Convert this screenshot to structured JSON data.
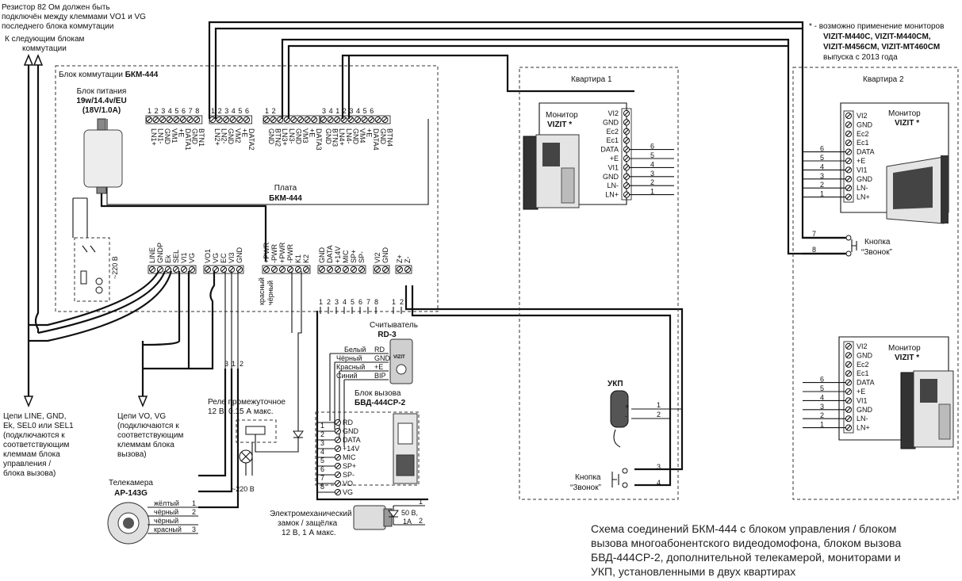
{
  "top_note": {
    "resistor": [
      "Резистор 82 Ом должен быть",
      "подключён между клеммами VO1 и VG",
      "последнего блока коммутации"
    ],
    "next_blocks": [
      "К следующим блокам",
      "коммутации"
    ]
  },
  "bkm": {
    "title_prefix": "Блок коммутации ",
    "title_bold": "БКМ-444",
    "board": [
      "Плата",
      "БКМ-444"
    ],
    "psu": {
      "label": "Блок питания",
      "model": "19w/14.4v/EU",
      "rating": "(18V/1.0A)",
      "mains": "~220 В"
    },
    "top_groups": [
      {
        "nums": [
          "1",
          "2",
          "3",
          "4",
          "5",
          "6",
          "7",
          "8"
        ],
        "labels": [
          "LN1+",
          "LN1-",
          "GND",
          "VM1",
          "+E",
          "DATA1",
          "GND",
          "BTN1"
        ]
      },
      {
        "nums": [
          "1",
          "2",
          "3",
          "4",
          "5",
          "6"
        ],
        "labels": [
          "LN2+",
          "LN2-",
          "GND",
          "VM2",
          "+E",
          "DATA2"
        ]
      },
      {
        "nums": [
          "1",
          "2"
        ],
        "labels": [
          "GND",
          "BTN2",
          "LN3+",
          "LN3-",
          "GND",
          "VM3",
          "+E",
          "DATA3"
        ]
      },
      {
        "nums": [
          "3",
          "4",
          "1",
          "2",
          "3",
          "4",
          "5",
          "6"
        ],
        "labels": [
          "GND",
          "BTN3",
          "LN4+",
          "LN4-",
          "GND",
          "VM4",
          "+E",
          "DATA4",
          "GND",
          "BTN4"
        ]
      }
    ],
    "bottom_groups": [
      {
        "labels": [
          "LINE",
          "GNDP",
          "Ek",
          "SEL",
          "VI1",
          "VG"
        ]
      },
      {
        "labels": [
          "VO1",
          "VG",
          "EC",
          "VI3",
          "GND"
        ]
      },
      {
        "labels": [
          "+PWR",
          "-PWR",
          "+PWR",
          "-PWR",
          "K1",
          "K2"
        ]
      },
      {
        "labels": [
          "GND",
          "DATA",
          "+14V",
          "MIC",
          "SP+",
          "SP-"
        ]
      },
      {
        "labels": [
          "VI2",
          "GND"
        ]
      },
      {
        "labels": [
          "Z+",
          "Z-"
        ]
      }
    ],
    "wire_colors": [
      "красный",
      "чёрный"
    ]
  },
  "lower_nums": [
    "1",
    "2",
    "3",
    "4",
    "5",
    "6",
    "7",
    "8",
    "1",
    "2"
  ],
  "left_notes": {
    "lines": [
      "Цепи LINE, GND,",
      "Ek, SEL0 или SEL1",
      "(подключаются к",
      "соответствующим",
      "клеммам блока",
      "управления /",
      "блока вызова)"
    ],
    "vo": [
      "Цепи VO, VG",
      "(подключаются к",
      "соответствующим",
      "клеммам блока",
      "вызова)"
    ]
  },
  "relay": {
    "label": [
      "Реле промежуточное",
      "12 В, 0.15 А макс."
    ],
    "mains": "~220 В",
    "nums": [
      "3",
      "1",
      "2"
    ]
  },
  "camera": {
    "label": "Телекамера",
    "model": "AP-143G",
    "wires": [
      {
        "color": "жёлтый",
        "n": "1"
      },
      {
        "color": "чёрный",
        "n": "2"
      },
      {
        "color": "чёрный",
        "n": ""
      },
      {
        "color": "красный",
        "n": "3"
      }
    ]
  },
  "reader": {
    "label": "Считыватель",
    "model": "RD-3",
    "rows": [
      {
        "color": "Белый",
        "pin": "RD"
      },
      {
        "color": "Чёрный",
        "pin": "GND"
      },
      {
        "color": "Красный",
        "pin": "+E"
      },
      {
        "color": "Синий",
        "pin": "BIP"
      }
    ],
    "logo": "VIZIT"
  },
  "call_block": {
    "label": "Блок вызова",
    "model": "БВД-444СР-2",
    "nums": [
      "1",
      "2",
      "3",
      "4",
      "5",
      "6",
      "7",
      "8"
    ],
    "pins": [
      "RD",
      "GND",
      "DATA",
      "+14V",
      "MIC",
      "SP+",
      "SP-",
      "VO",
      "VG"
    ]
  },
  "lock": {
    "label": [
      "Электромеханический",
      "замок / защёлка",
      "12 В, 1 А макс."
    ],
    "rating": [
      "50 В,",
      "1А"
    ],
    "nums": [
      "1",
      "2"
    ]
  },
  "apt1": {
    "title": "Квартира 1",
    "monitor": {
      "label": "Монитор",
      "model": "VIZIT *"
    },
    "pins": [
      "VI2",
      "GND",
      "Ec2",
      "Ec1",
      "DATA",
      "+E",
      "VI1",
      "GND",
      "LN-",
      "LN+"
    ],
    "nums": [
      "6",
      "5",
      "4",
      "3",
      "2",
      "1"
    ],
    "ukp": {
      "label": "УКП",
      "plus": "+",
      "minus": "-",
      "nums": [
        "1",
        "2"
      ]
    },
    "button": {
      "label": [
        "Кнопка",
        "“Звонок”"
      ],
      "nums": [
        "3",
        "4"
      ]
    }
  },
  "apt2": {
    "title": "Квартира 2",
    "monitor_top": {
      "label": "Монитор",
      "model": "VIZIT *"
    },
    "pins": [
      "VI2",
      "GND",
      "Ec2",
      "Ec1",
      "DATA",
      "+E",
      "VI1",
      "GND",
      "LN-",
      "LN+"
    ],
    "nums": [
      "6",
      "5",
      "4",
      "3",
      "2",
      "1"
    ],
    "button": {
      "label": [
        "Кнопка",
        "“Звонок”"
      ],
      "nums": [
        "7",
        "8"
      ]
    },
    "monitor_bottom": {
      "label": "Монитор",
      "model": "VIZIT *"
    }
  },
  "monitors_note": {
    "star": "* - возможно применение мониторов",
    "models": [
      "VIZIT-M440C, VIZIT-M440CM,",
      "VIZIT-M456CM, VIZIT-MT460CM"
    ],
    "since": "выпуска с 2013 года"
  },
  "caption": [
    "Схема соединений БКМ-444 с блоком управления / блоком",
    "вызова многоабонентского видеодомофона, блоком вызова",
    "БВД-444СР-2, дополнительной телекамерой, мониторами и",
    "УКП, установленными в двух квартирах"
  ]
}
